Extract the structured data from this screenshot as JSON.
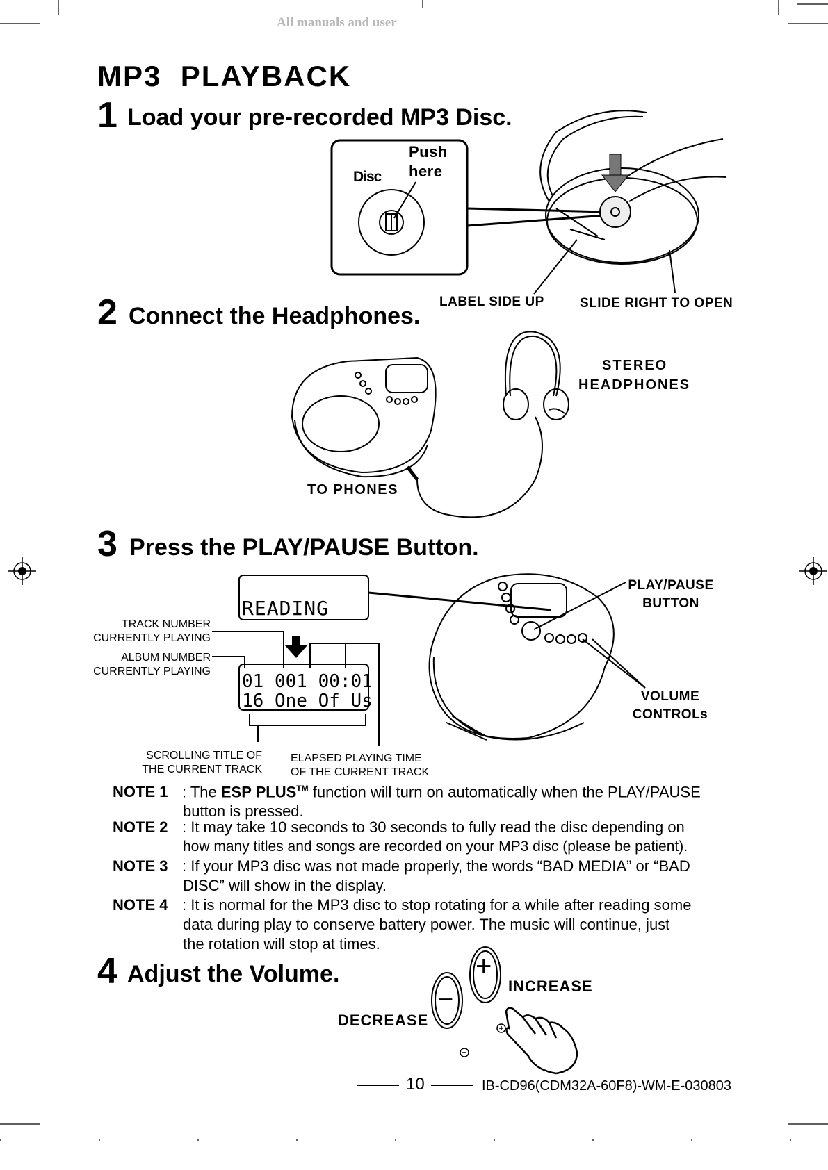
{
  "watermark": "All manuals and user",
  "page_title": "MP3  PLAYBACK",
  "steps": [
    {
      "number": "1",
      "title": "Load your pre-recorded MP3 Disc."
    },
    {
      "number": "2",
      "title": "Connect the Headphones."
    },
    {
      "number": "3",
      "title": "Press the PLAY/PAUSE Button."
    },
    {
      "number": "4",
      "title": "Adjust the Volume."
    }
  ],
  "step1": {
    "disc_label": "Disc",
    "push_line1": "Push",
    "push_line2": "here",
    "label_side_up": "LABEL SIDE UP",
    "slide_right": "SLIDE RIGHT TO OPEN"
  },
  "step2": {
    "stereo_line1": "STEREO",
    "stereo_line2": "HEADPHONES",
    "to_phones": "TO  PHONES"
  },
  "step3": {
    "lcd_reading": "READING",
    "lcd_line1": "01 001 00:01",
    "lcd_line2": "16 One Of Us",
    "track_line1": "TRACK NUMBER",
    "track_line2": "CURRENTLY PLAYING",
    "album_line1": "ALBUM NUMBER",
    "album_line2": "CURRENTLY PLAYING",
    "scroll_line1": "SCROLLING TITLE OF",
    "scroll_line2": "THE CURRENT TRACK",
    "elapsed_line1": "ELAPSED PLAYING TIME",
    "elapsed_line2": "OF THE CURRENT TRACK",
    "play_line1": "PLAY/PAUSE",
    "play_line2": "BUTTON",
    "volume_line1": "VOLUME",
    "volume_line2": "CONTROLs"
  },
  "notes": [
    {
      "label": "NOTE  1",
      "text_before": ": The ",
      "bold": "ESP PLUS",
      "sup": "TM",
      "text_after": " function will turn on automatically when the PLAY/PAUSE",
      "cont": [
        "button is pressed."
      ]
    },
    {
      "label": "NOTE  2",
      "text_before": ": It may take 10 seconds to 30 seconds to fully read the disc depending on",
      "cont": [
        "how many titles and songs are recorded on your MP3 disc (please be patient)."
      ]
    },
    {
      "label": "NOTE  3",
      "text_before": ": If your MP3 disc was not made properly, the words “BAD MEDIA” or “BAD",
      "cont": [
        "DISC” will show in the display."
      ]
    },
    {
      "label": "NOTE  4",
      "text_before": ": It is normal for the MP3 disc to stop rotating for a while after reading some",
      "cont": [
        "data during play to conserve battery power. The music will continue, just",
        "the rotation will stop at times."
      ]
    }
  ],
  "step4": {
    "increase": "INCREASE",
    "decrease": "DECREASE",
    "plus_glyph": "+",
    "minus_glyph": "−"
  },
  "footer": {
    "page_number": "10",
    "doc_code": "IB-CD96(CDM32A-60F8)-WM-E-030803"
  }
}
